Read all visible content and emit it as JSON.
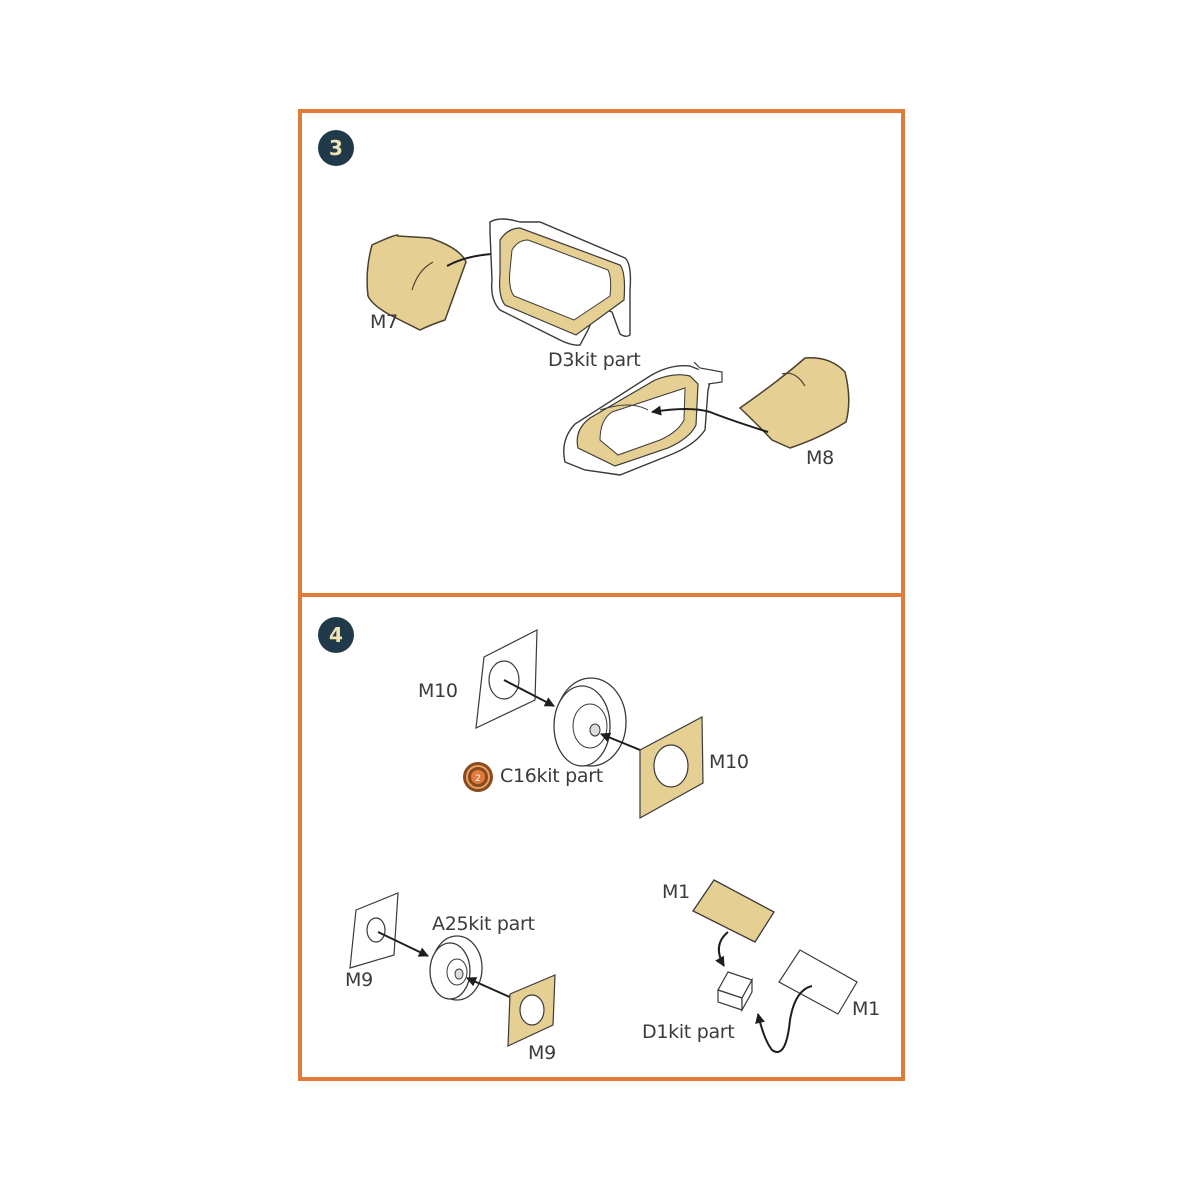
{
  "colors": {
    "frame": "#e07b39",
    "badge_bg": "#213a4a",
    "badge_text": "#f1e3b5",
    "mask_fill": "#e6cf92",
    "line": "#2a2a2a"
  },
  "steps": [
    {
      "number": "3",
      "labels": {
        "m7": "M7",
        "d3": "D3kit part",
        "m8": "M8"
      }
    },
    {
      "number": "4",
      "labels": {
        "m10_left": "M10",
        "c16": "C16kit part",
        "m10_right": "M10",
        "a25": "A25kit part",
        "m9_left": "M9",
        "m9_right": "M9",
        "m1_top": "M1",
        "m1_right": "M1",
        "d1": "D1kit part"
      },
      "icons": {
        "c16_note": "paint-reference-icon",
        "c16_note_number": "2"
      }
    }
  ]
}
